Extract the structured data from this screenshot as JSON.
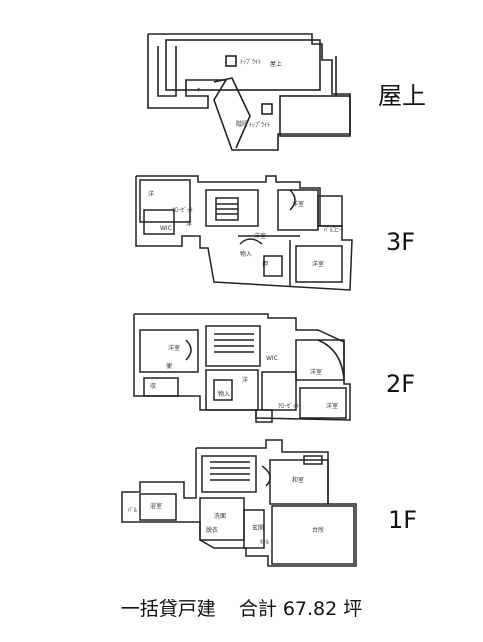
{
  "floors": [
    {
      "label": "屋上"
    },
    {
      "label": "3F"
    },
    {
      "label": "2F"
    },
    {
      "label": "1F"
    }
  ],
  "caption": {
    "type": "一括貸戸建",
    "total_label": "合計",
    "area": "67.82",
    "unit": "坪"
  }
}
